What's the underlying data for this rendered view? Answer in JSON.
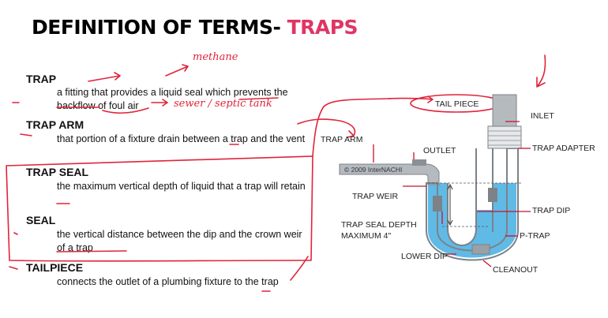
{
  "title": {
    "prefix": "DEFINITION OF TERMS-",
    "accent": "TRAPS"
  },
  "terms": [
    {
      "term": "TRAP",
      "definition": "a fitting that provides a liquid seal which prevents the backflow of foul air"
    },
    {
      "term": "TRAP ARM",
      "definition": "that portion of a fixture drain between a trap and the vent"
    },
    {
      "term": "TRAP SEAL",
      "definition": "the maximum vertical depth of liquid that a trap will retain"
    },
    {
      "term": "SEAL",
      "definition": "the vertical distance between the dip and the crown weir of a trap"
    },
    {
      "term": "TAILPIECE",
      "definition": "connects the outlet of a plumbing fixture to the trap"
    }
  ],
  "annotations": {
    "methane": "methane",
    "sewer": "sewer / septic tank"
  },
  "diagram": {
    "copyright": "© 2009 InterNACHI",
    "labels": {
      "tail_piece": "TAIL PIECE",
      "inlet": "INLET",
      "trap_adapter": "TRAP ADAPTER",
      "trap_arm": "TRAP ARM",
      "outlet": "OUTLET",
      "trap_weir": "TRAP WEIR",
      "trap_dip": "TRAP DIP",
      "trap_seal_depth": "TRAP SEAL DEPTH",
      "maximum": "MAXIMUM 4\"",
      "p_trap": "P-TRAP",
      "lower_dip": "LOWER DIP",
      "cleanout": "CLEANOUT"
    }
  },
  "colors": {
    "accent": "#e03564",
    "ink": "#e0243a",
    "water": "#4fb3e3",
    "pipe": "#9aa0a6"
  }
}
